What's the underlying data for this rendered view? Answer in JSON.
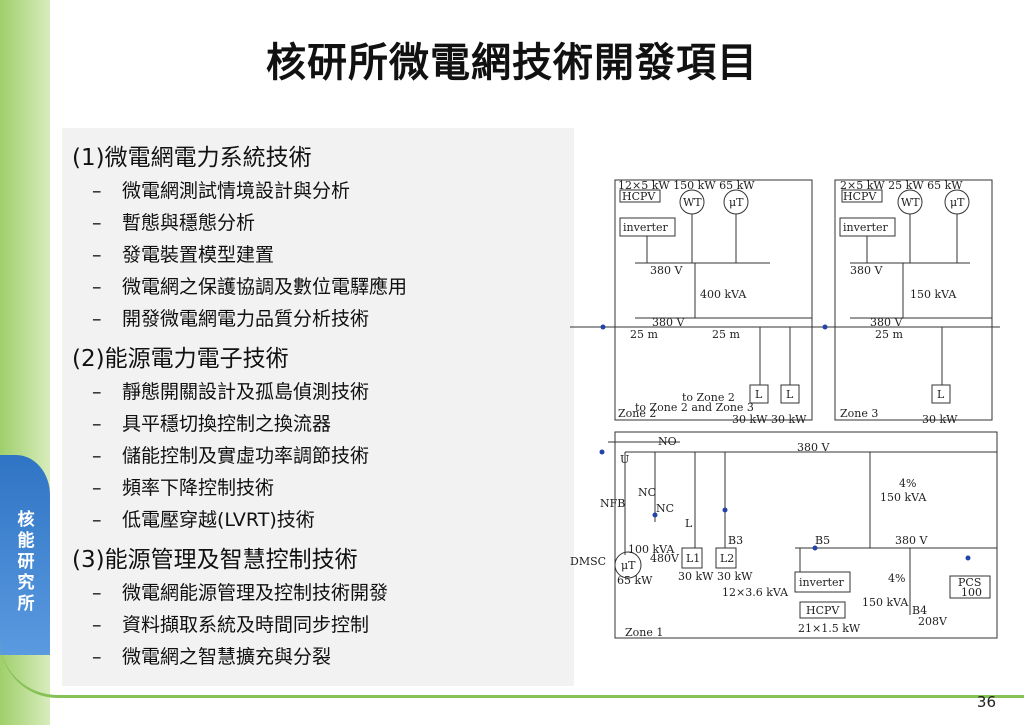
{
  "slide": {
    "title": "核研所微電網技術開發項目",
    "side_label": "核能研究所",
    "page_number": "36"
  },
  "sections": [
    {
      "heading": "(1)微電網電力系統技術",
      "items": [
        "微電網測試情境設計與分析",
        "暫態與穩態分析",
        "發電裝置模型建置",
        "微電網之保護協調及數位電驛應用",
        "開發微電網電力品質分析技術"
      ]
    },
    {
      "heading": "(2)能源電力電子技術",
      "items": [
        "靜態開關設計及孤島偵測技術",
        "具平穩切換控制之換流器",
        "儲能控制及實虛功率調節技術",
        "頻率下降控制技術",
        "低電壓穿越(LVRT)技術"
      ]
    },
    {
      "heading": "(3)能源管理及智慧控制技術",
      "items": [
        "微電網能源管理及控制技術開發",
        "資料擷取系統及時間同步控制",
        "微電網之智慧擴充與分裂"
      ]
    }
  ],
  "bullet_marker": "–",
  "diagram": {
    "zone2": {
      "header": "12×5 kW 150 kW  65 kW",
      "hcpv": "HCPV",
      "wt": "WT",
      "ut": "μT",
      "inverter": "inverter",
      "v380a": "380 V",
      "xfmr": "400 kVA",
      "v380b": "380 V",
      "d25a": "25 m",
      "d25b": "25 m",
      "l1": "L",
      "l2": "L",
      "kw": "30 kW  30 kW",
      "note": "to Zone 2",
      "note2": "to Zone 2 and Zone 3",
      "label": "Zone 2"
    },
    "zone3": {
      "header": "2×5 kW  25 kW  65 kW",
      "hcpv": "HCPV",
      "wt": "WT",
      "ut": "μT",
      "inverter": "inverter",
      "v380a": "380 V",
      "xfmr": "150 kVA",
      "v380b": "380 V",
      "d25": "25 m",
      "l": "L",
      "kw": "30 kW",
      "label": "Zone 3"
    },
    "zone1": {
      "no1": "NO",
      "v380top": "380 V",
      "u": "U",
      "nc1": "NC",
      "nfb": "NFB",
      "nc2": "NC",
      "l": "L",
      "pct1": "4%",
      "kva150a": "150 kVA",
      "b3": "B3",
      "b5": "B5",
      "v380mid": "380 V",
      "dmsc": "DMSC",
      "ut": "μT",
      "kva100": "100 kVA",
      "v480": "480V",
      "kw65": "65 kW",
      "l1": "L1",
      "l2": "L2",
      "kw30": "30 kW  30 kW",
      "inverter": "inverter",
      "pv": "12×3.6 kVA",
      "hcpv": "HCPV",
      "hcpvkw": "21×1.5 kW",
      "pct2": "4%",
      "kva150b": "150 kVA",
      "b4": "B4",
      "v208": "208V",
      "pcs": "PCS",
      "pcs100": "100",
      "label": "Zone 1"
    }
  }
}
